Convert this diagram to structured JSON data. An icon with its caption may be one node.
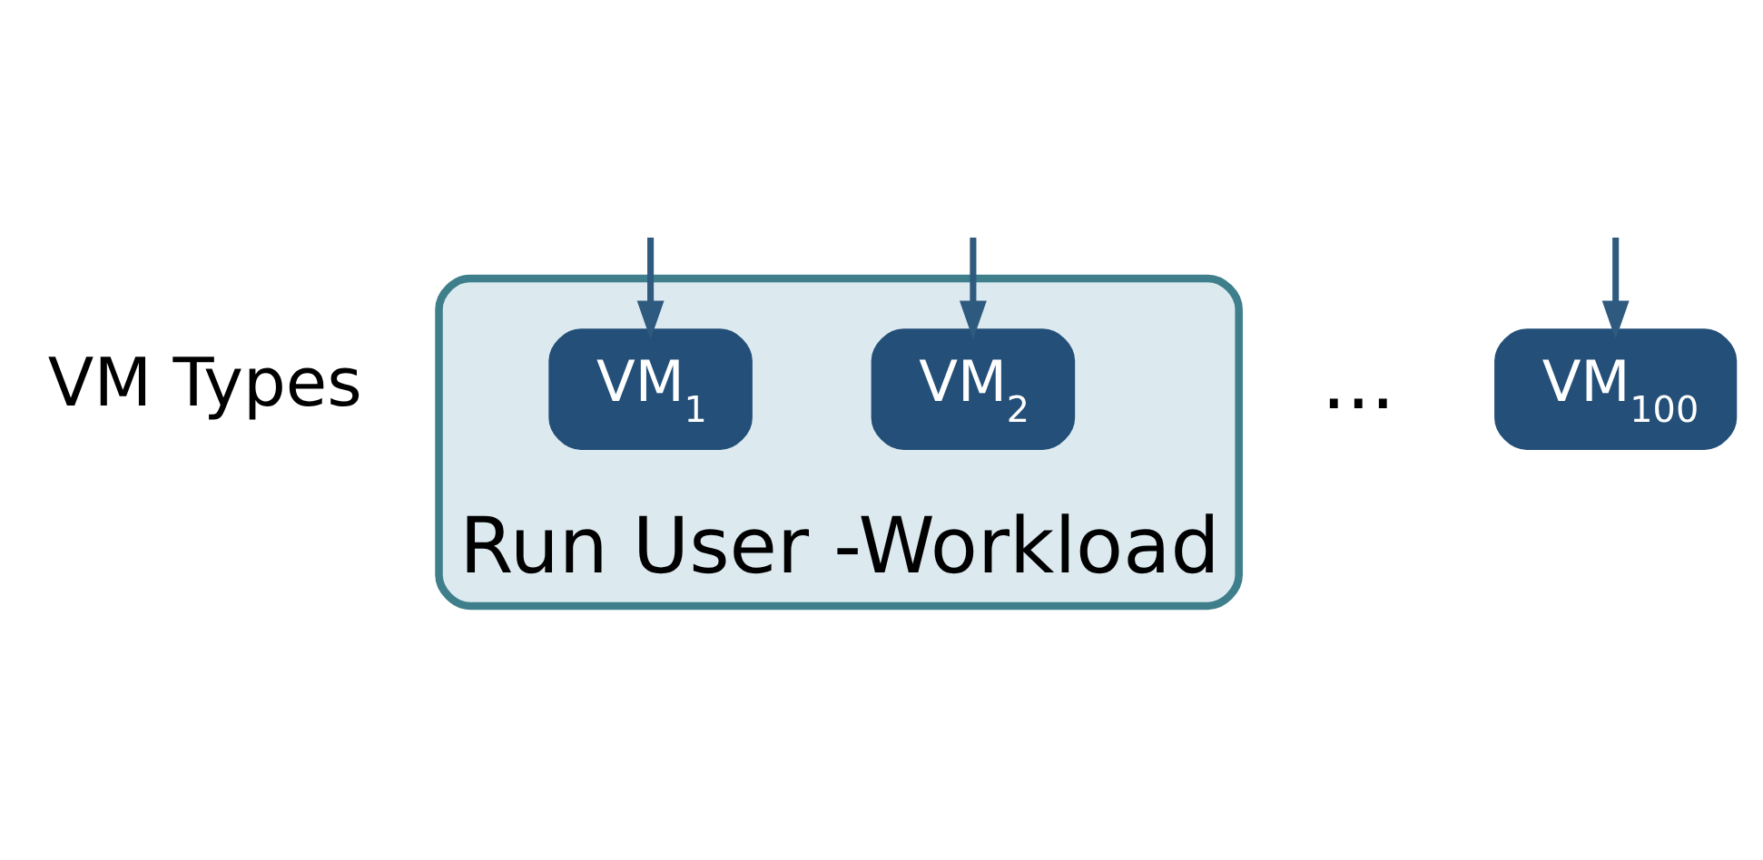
{
  "diagram": {
    "nodes": [
      {
        "text": [
          "Run User -Workload"
        ]
      },
      {
        "text": [
          "VM$_{1}$"
        ],
        "in": 0
      },
      {
        "text": [
          "VM$_{2}$"
        ],
        "in": 0
      },
      {
        "text": [
          "VM$_{100}$"
        ]
      }
    ],
    "edges": [
      {
        "from": null,
        "to": 1,
        "arrow": "to"
      },
      {
        "from": null,
        "to": 2,
        "arrow": "to"
      },
      {
        "from": null,
        "to": 3,
        "arrow": "to"
      }
    ],
    "labels": [
      "VM Types",
      "..."
    ]
  }
}
